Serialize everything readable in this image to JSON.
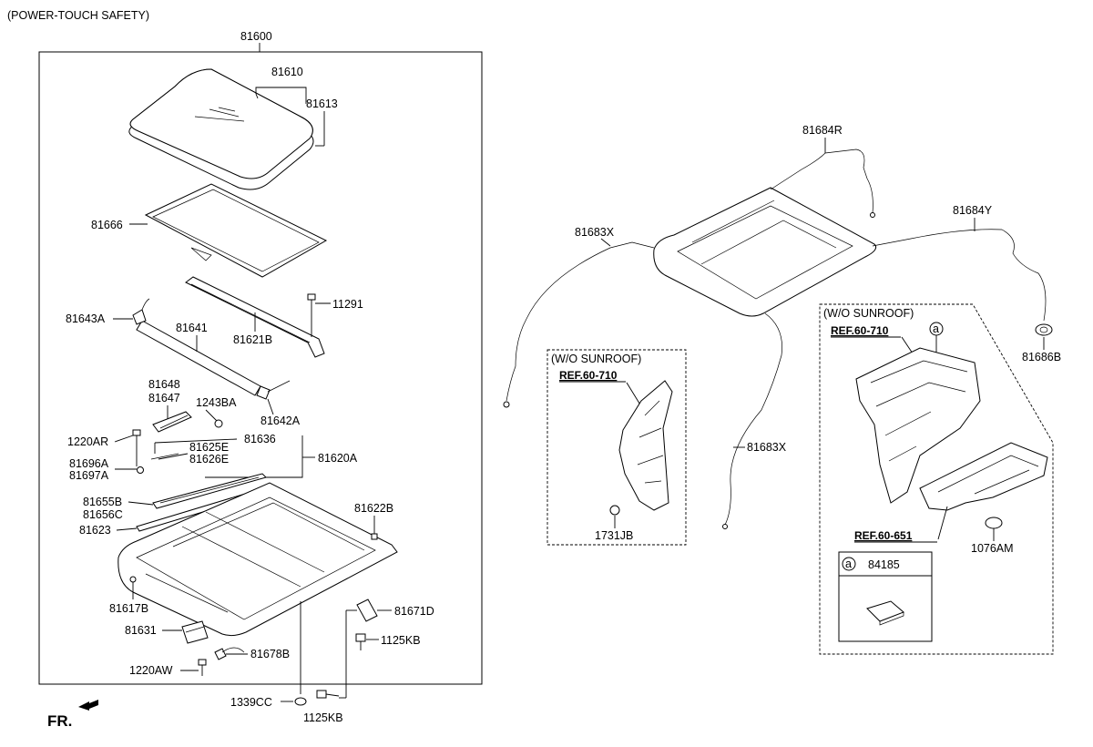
{
  "header": {
    "title": "(POWER-TOUCH SAFETY)"
  },
  "assembly_number": "81600",
  "parts": {
    "p81610": "81610",
    "p81613": "81613",
    "p81666": "81666",
    "p11291": "11291",
    "p81643A": "81643A",
    "p81641": "81641",
    "p81621B": "81621B",
    "p81648": "81648",
    "p81647": "81647",
    "p1243BA": "1243BA",
    "p81642A": "81642A",
    "p1220AR": "1220AR",
    "p81636": "81636",
    "p81625E": "81625E",
    "p81626E": "81626E",
    "p81620A": "81620A",
    "p81696A": "81696A",
    "p81697A": "81697A",
    "p81655B": "81655B",
    "p81656C": "81656C",
    "p81623": "81623",
    "p81622B": "81622B",
    "p81617B": "81617B",
    "p81671D": "81671D",
    "p81631": "81631",
    "p1125KB_a": "1125KB",
    "p81678B": "81678B",
    "p1220AW": "1220AW",
    "p1339CC": "1339CC",
    "p1125KB_b": "1125KB",
    "p81684R": "81684R",
    "p81683X_a": "81683X",
    "p81684Y": "81684Y",
    "p81686B": "81686B",
    "p81683X_b": "81683X",
    "p1731JB": "1731JB",
    "p1076AM": "1076AM"
  },
  "box_left": {
    "title": "(W/O SUNROOF)",
    "ref": "REF.60-710"
  },
  "box_right": {
    "title": "(W/O SUNROOF)",
    "ref1": "REF.60-710",
    "ref2": "REF.60-651",
    "callout": "a"
  },
  "legend": {
    "marker": "a",
    "part": "84185"
  },
  "footer": {
    "fr_label": "FR."
  }
}
